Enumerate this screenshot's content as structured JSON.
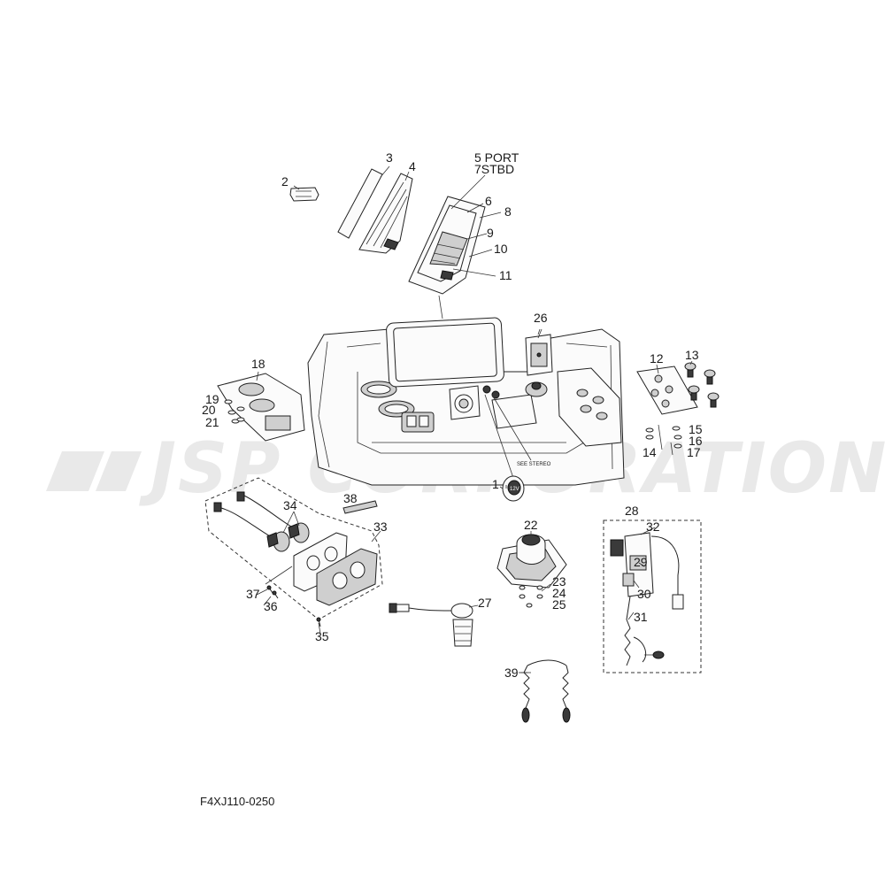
{
  "watermark": {
    "text": "JSP CORPORATION"
  },
  "drawing_code": "F4XJ110-0250",
  "stereo_note": "SEE STEREO",
  "socket_label": "12V",
  "callouts": {
    "c1": "1",
    "c2": "2",
    "c3": "3",
    "c4": "4",
    "c5": "5 PORT",
    "c7": "7STBD",
    "c6": "6",
    "c8": "8",
    "c9": "9",
    "c10": "10",
    "c11": "11",
    "c12": "12",
    "c13": "13",
    "c14": "14",
    "c15": "15",
    "c16": "16",
    "c17": "17",
    "c18": "18",
    "c19": "19",
    "c20": "20",
    "c21": "21",
    "c22": "22",
    "c23": "23",
    "c24": "24",
    "c25": "25",
    "c26": "26",
    "c27": "27",
    "c28": "28",
    "c29": "29",
    "c30": "30",
    "c31": "31",
    "c32": "32",
    "c33": "33",
    "c34": "34",
    "c35": "35",
    "c36": "36",
    "c37": "37",
    "c38": "38",
    "c39": "39"
  }
}
